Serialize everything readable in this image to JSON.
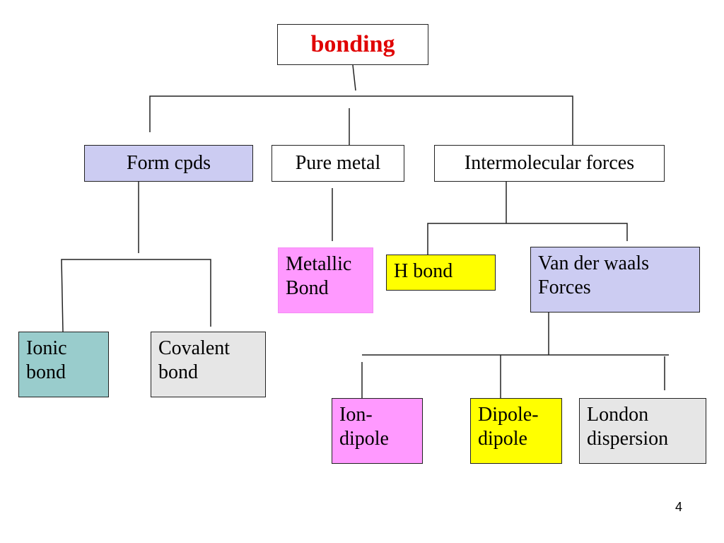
{
  "diagram": {
    "root": {
      "label": "bonding",
      "text_color": "#e00000",
      "fill": "#ffffff"
    },
    "nodes": {
      "form_cpds": {
        "label": "Form cpds",
        "fill": "#ccccf2"
      },
      "pure_metal": {
        "label": "Pure metal",
        "fill": "#ffffff"
      },
      "intermolecular": {
        "label": "Intermolecular forces",
        "fill": "#ffffff"
      },
      "metallic": {
        "line1": "Metallic",
        "line2": "Bond",
        "fill": "#ff99ff"
      },
      "h_bond": {
        "label": "H bond",
        "fill": "#ffff00"
      },
      "vdw": {
        "line1": "Van der waals",
        "line2": "Forces",
        "fill": "#ccccf2"
      },
      "ionic": {
        "line1": "Ionic",
        "line2": "bond",
        "fill": "#99cccc"
      },
      "covalent": {
        "line1": "Covalent",
        "line2": "bond",
        "fill": "#e6e6e6"
      },
      "ion_dipole": {
        "line1": "Ion-",
        "line2": "dipole",
        "fill": "#ff99ff"
      },
      "dipole_dipole": {
        "line1": "Dipole-",
        "line2": "dipole",
        "fill": "#ffff00"
      },
      "london": {
        "line1": "London",
        "line2": "dispersion",
        "fill": "#e6e6e6"
      }
    },
    "edges": [
      [
        "root",
        "form_cpds"
      ],
      [
        "root",
        "pure_metal"
      ],
      [
        "root",
        "intermolecular"
      ],
      [
        "form_cpds",
        "ionic"
      ],
      [
        "form_cpds",
        "covalent"
      ],
      [
        "pure_metal",
        "metallic"
      ],
      [
        "intermolecular",
        "h_bond"
      ],
      [
        "intermolecular",
        "vdw"
      ],
      [
        "vdw",
        "ion_dipole"
      ],
      [
        "vdw",
        "dipole_dipole"
      ],
      [
        "vdw",
        "london"
      ]
    ]
  },
  "page_number": "4"
}
